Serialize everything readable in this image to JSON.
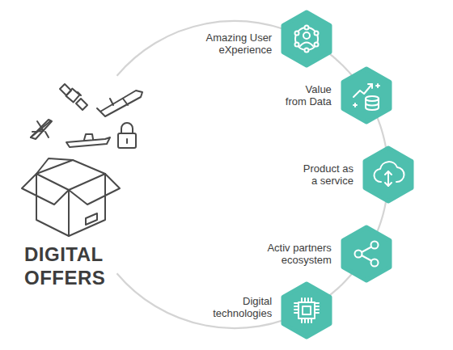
{
  "diagram": {
    "nodes": [
      {
        "text": [
          "Amazing User eXperience"
        ]
      },
      {
        "text": [
          "Value from Data"
        ]
      },
      {
        "text": [
          "Product as a service"
        ]
      },
      {
        "text": [
          "Activ partners ecosystem"
        ]
      },
      {
        "text": [
          "Digital technologies"
        ]
      }
    ],
    "edges": [
      {
        "from": 0,
        "to": 1,
        "arrow": "none"
      },
      {
        "from": 1,
        "to": 2,
        "arrow": "none"
      },
      {
        "from": 2,
        "to": 3,
        "arrow": "none"
      },
      {
        "from": 3,
        "to": 4,
        "arrow": "none"
      }
    ],
    "labels": [
      "DIGITAL OFFERS"
    ]
  }
}
